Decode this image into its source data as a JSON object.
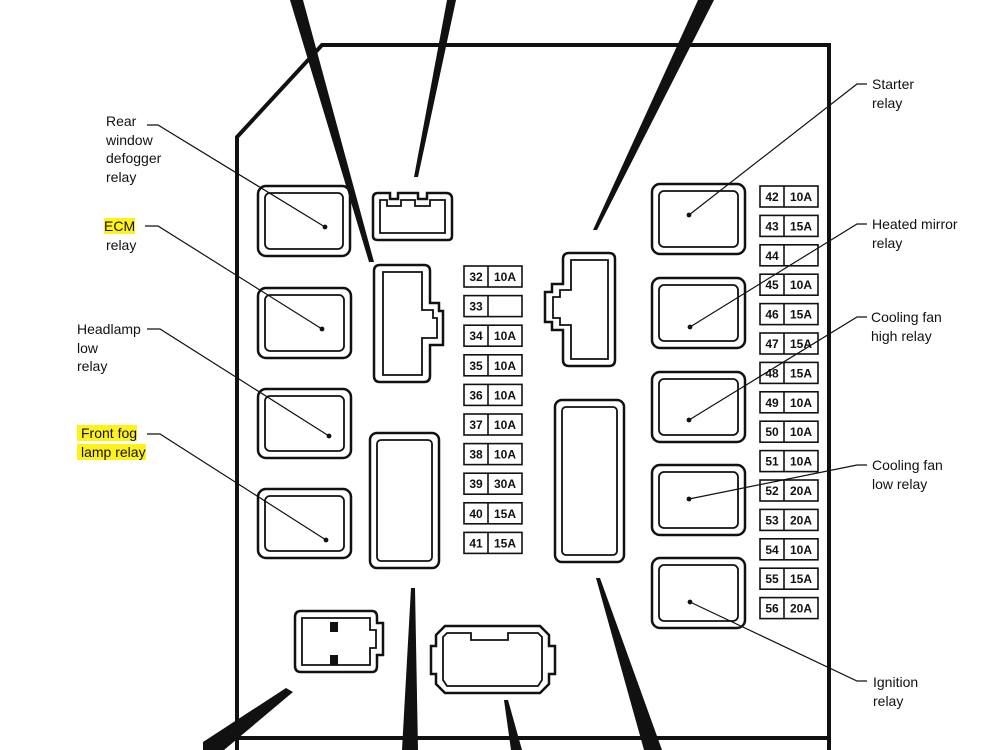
{
  "labels": {
    "rear_defogger": [
      "Rear",
      "window",
      "defogger",
      "relay"
    ],
    "ecm": [
      "ECM",
      "relay"
    ],
    "headlamp_low": [
      "Headlamp",
      "low",
      "relay"
    ],
    "front_fog": [
      "Front fog",
      "lamp relay"
    ],
    "starter": [
      "Starter",
      "relay"
    ],
    "heated_mirror": [
      "Heated mirror",
      "relay"
    ],
    "cooling_high": [
      "Cooling fan",
      "high relay"
    ],
    "cooling_low": [
      "Cooling fan",
      "low relay"
    ],
    "ignition": [
      "Ignition",
      "relay"
    ]
  },
  "highlight_color": "#fff21a",
  "fuses_center": [
    {
      "num": "32",
      "amp": "10A"
    },
    {
      "num": "33",
      "amp": ""
    },
    {
      "num": "34",
      "amp": "10A"
    },
    {
      "num": "35",
      "amp": "10A"
    },
    {
      "num": "36",
      "amp": "10A"
    },
    {
      "num": "37",
      "amp": "10A"
    },
    {
      "num": "38",
      "amp": "10A"
    },
    {
      "num": "39",
      "amp": "30A"
    },
    {
      "num": "40",
      "amp": "15A"
    },
    {
      "num": "41",
      "amp": "15A"
    }
  ],
  "fuses_right": [
    {
      "num": "42",
      "amp": "10A"
    },
    {
      "num": "43",
      "amp": "15A"
    },
    {
      "num": "44",
      "amp": ""
    },
    {
      "num": "45",
      "amp": "10A"
    },
    {
      "num": "46",
      "amp": "15A"
    },
    {
      "num": "47",
      "amp": "15A"
    },
    {
      "num": "48",
      "amp": "15A"
    },
    {
      "num": "49",
      "amp": "10A"
    },
    {
      "num": "50",
      "amp": "10A"
    },
    {
      "num": "51",
      "amp": "10A"
    },
    {
      "num": "52",
      "amp": "20A"
    },
    {
      "num": "53",
      "amp": "20A"
    },
    {
      "num": "54",
      "amp": "10A"
    },
    {
      "num": "55",
      "amp": "15A"
    },
    {
      "num": "56",
      "amp": "20A"
    }
  ]
}
